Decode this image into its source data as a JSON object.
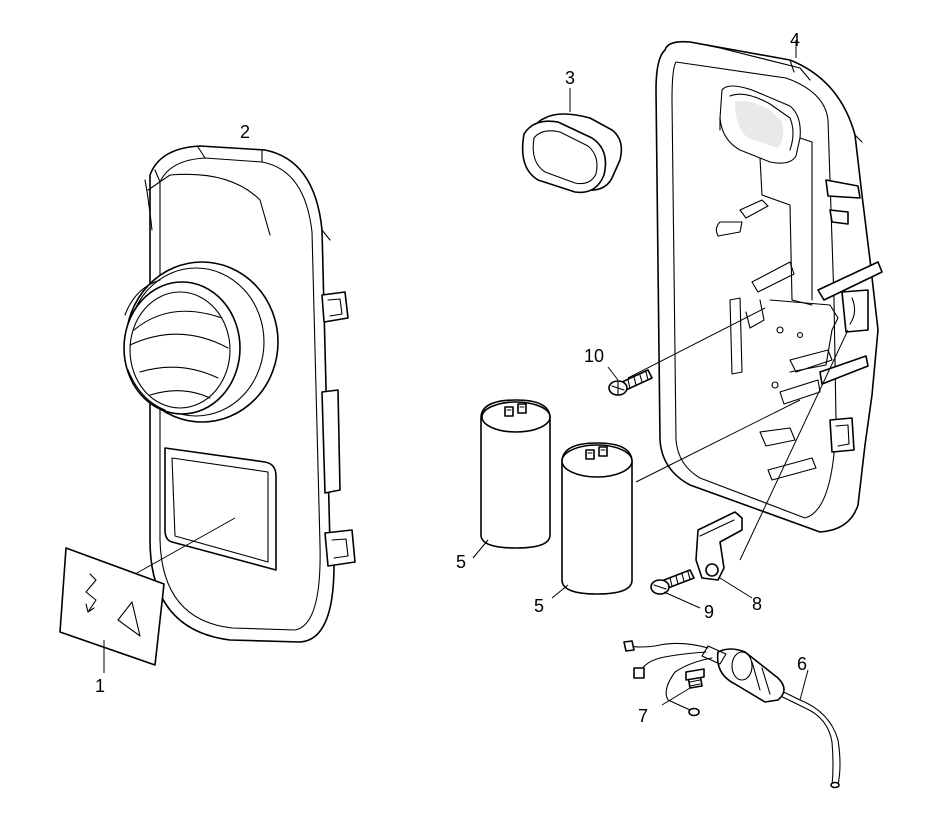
{
  "callouts": {
    "c1": "1",
    "c2": "2",
    "c3": "3",
    "c4": "4",
    "c5a": "5",
    "c5b": "5",
    "c6": "6",
    "c7": "7",
    "c8": "8",
    "c9": "9",
    "c10": "10"
  },
  "colors": {
    "line": "#000000",
    "background": "#ffffff",
    "shade": "#e9e9e9"
  }
}
